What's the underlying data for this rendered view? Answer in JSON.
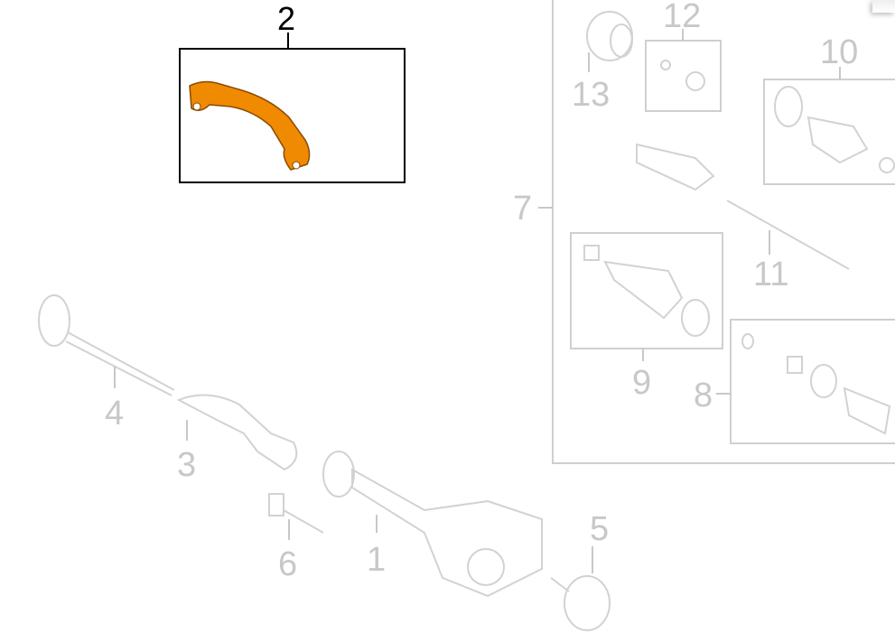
{
  "diagram": {
    "highlight_color": "#F08A00",
    "callouts": [
      {
        "id": "1",
        "label": "1"
      },
      {
        "id": "2",
        "label": "2"
      },
      {
        "id": "3",
        "label": "3"
      },
      {
        "id": "4",
        "label": "4"
      },
      {
        "id": "5",
        "label": "5"
      },
      {
        "id": "6",
        "label": "6"
      },
      {
        "id": "7",
        "label": "7"
      },
      {
        "id": "8",
        "label": "8"
      },
      {
        "id": "9",
        "label": "9"
      },
      {
        "id": "10",
        "label": "10"
      },
      {
        "id": "11",
        "label": "11"
      },
      {
        "id": "12",
        "label": "12"
      },
      {
        "id": "13",
        "label": "13"
      }
    ]
  }
}
